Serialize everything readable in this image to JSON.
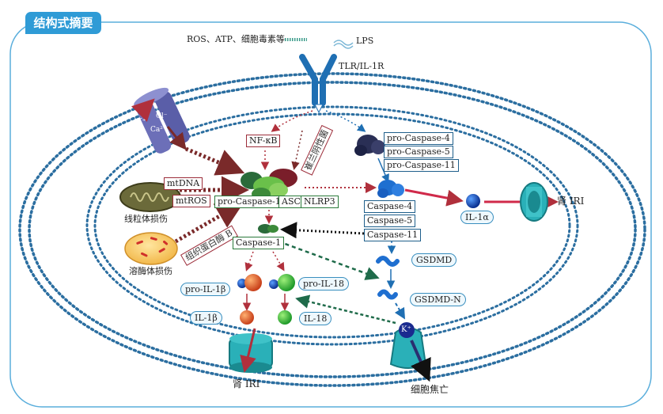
{
  "header": {
    "title": "结构式摘要"
  },
  "top": {
    "ros_label": "ROS、ATP、细胞毒素等",
    "lps_label": "LPS",
    "receptor_label": "TLR/IL-1R"
  },
  "ions": {
    "k": "K⁺",
    "cl": "Cl⁻",
    "ca": "Ca²⁺"
  },
  "labels": {
    "nfkb": "NF-κB",
    "inhibitor": "崔兰阴性菌",
    "mtdna": "mtDNA",
    "mtros": "mtROS",
    "mito_damage": "线粒体损伤",
    "lyso_damage": "溶酶体损伤",
    "cathepsin": "组织蛋白酶 B",
    "pro_caspase1": "pro-Caspase-1",
    "asc": "ASC",
    "nlrp3": "NLRP3",
    "caspase1": "Caspase-1",
    "pro_il1b": "pro-IL-1β",
    "pro_il18": "pro-IL-18",
    "il1b": "IL-1β",
    "il18": "IL-18",
    "kidney_iri_bottom": "肾 IRI",
    "kidney_iri_right": "肾 IRI",
    "il1a": "IL-1α",
    "gsdmd": "GSDMD",
    "gsdmd_n": "GSDMD-N",
    "k_ion": "K⁺",
    "pyroptosis": "细胞焦亡"
  },
  "pro_caspases": [
    "pro-Caspase-4",
    "pro-Caspase-5",
    "pro-Caspase-11"
  ],
  "caspases": [
    "Caspase-4",
    "Caspase-5",
    "Caspase-11"
  ],
  "colors": {
    "accent": "#2f9bd6",
    "frame": "#5aaedc",
    "membrane": "#2b6ea0",
    "red_arrow": "#b0303c",
    "green_arrow": "#1f6b4a"
  }
}
